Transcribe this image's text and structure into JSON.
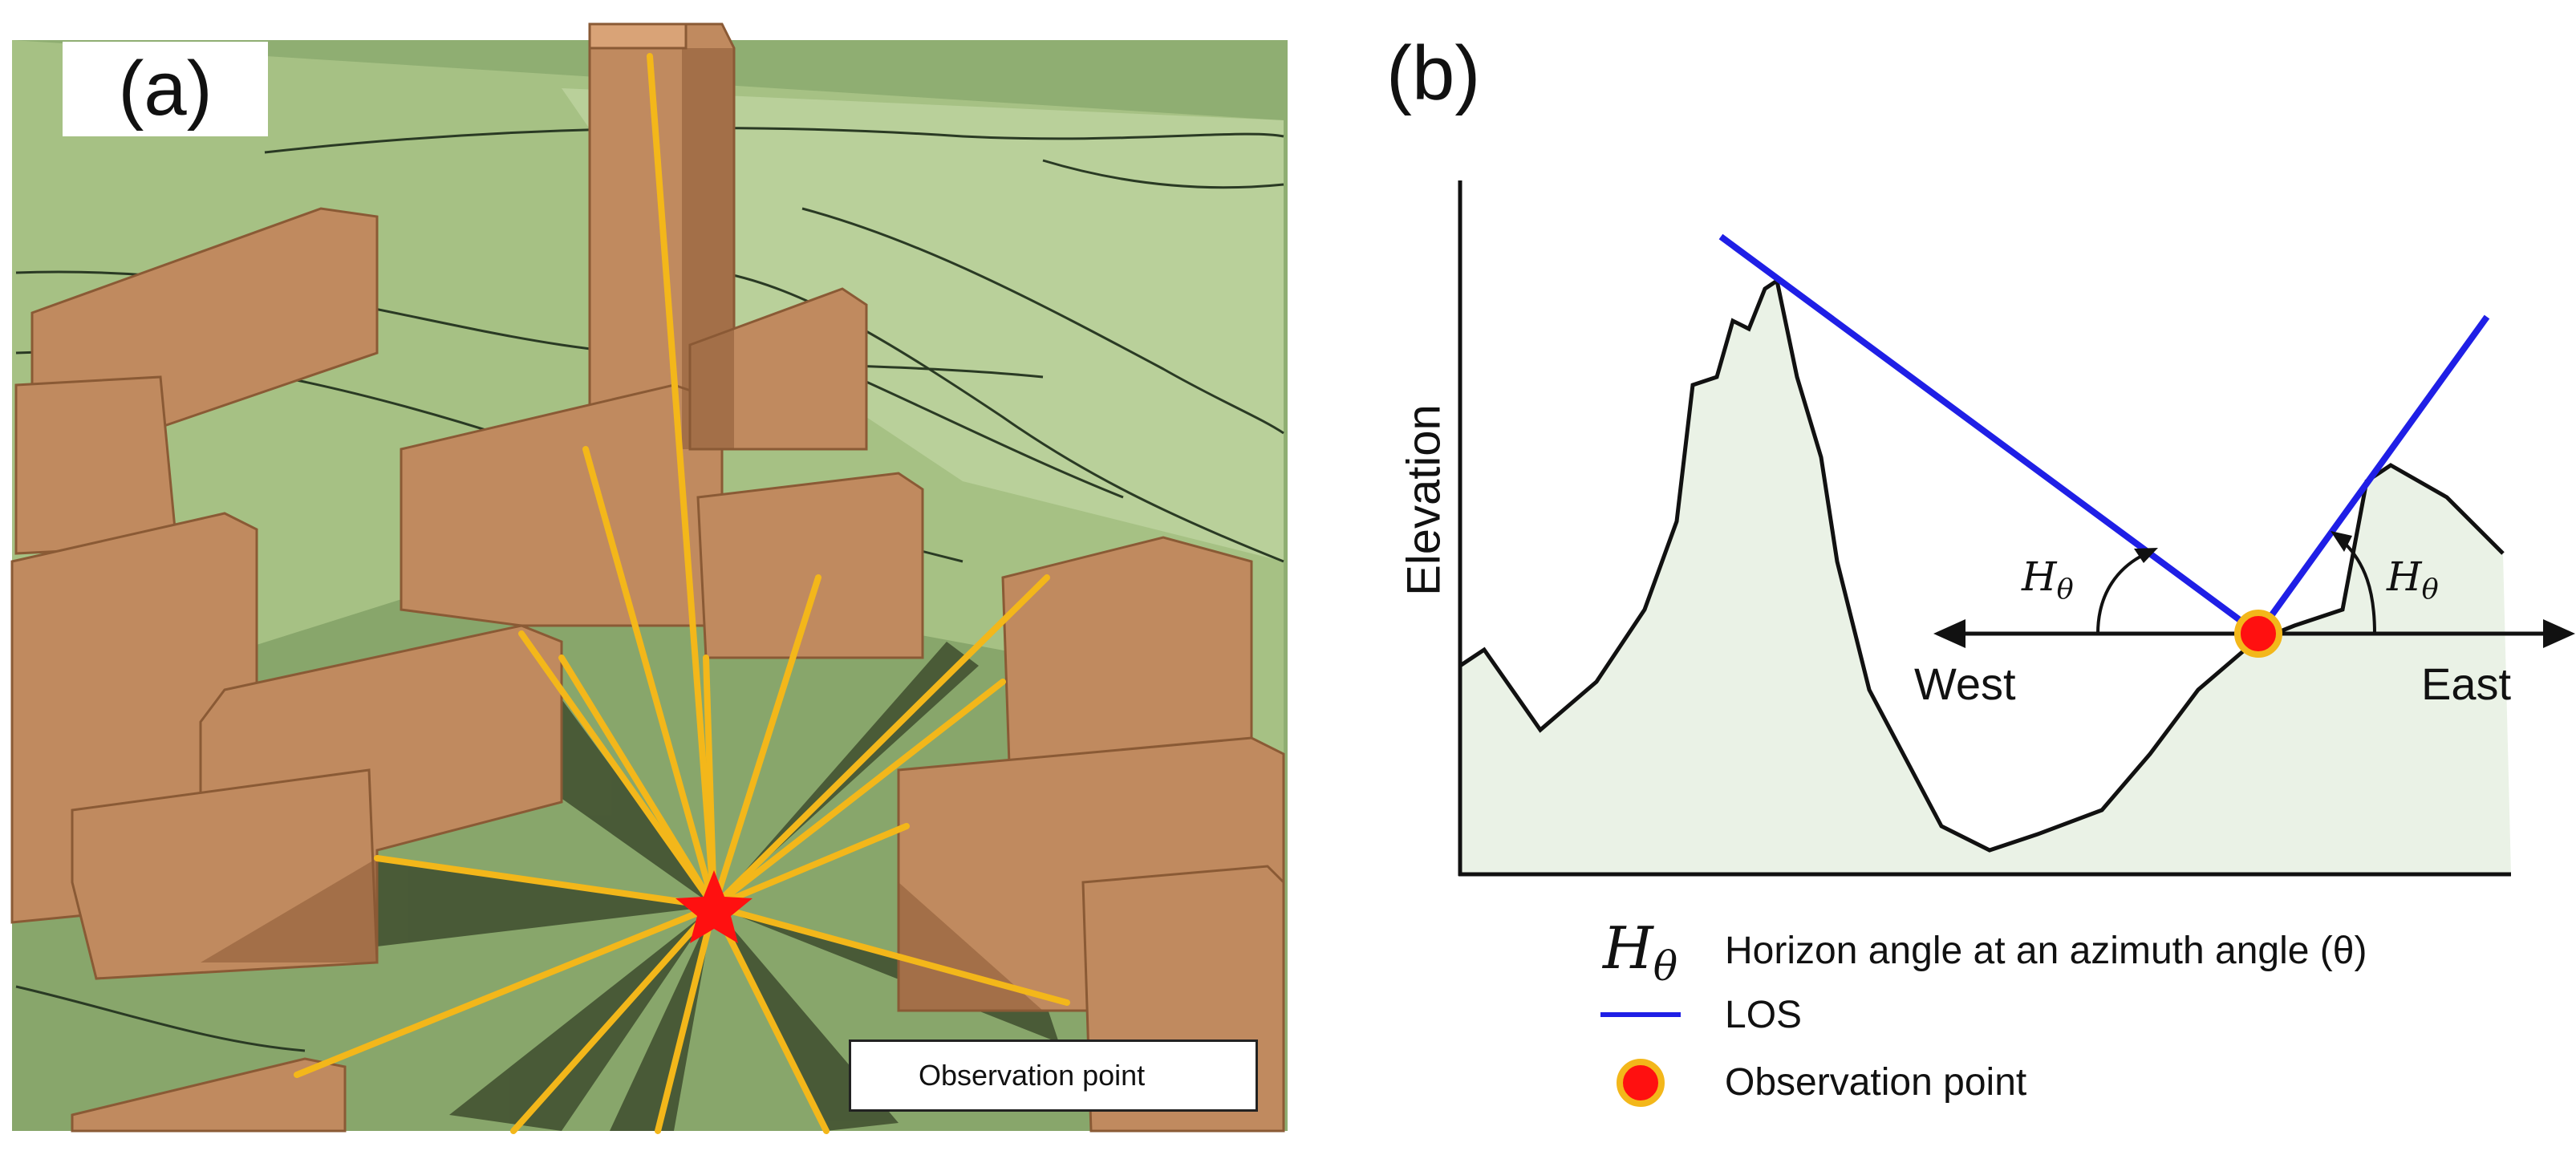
{
  "panel_a": {
    "label": "(a)",
    "legend_text": "Observation point"
  },
  "panel_b": {
    "label": "(b)",
    "axis_ylabel": "Elevation",
    "west_label": "West",
    "east_label": "East",
    "angle_symbol": "H",
    "angle_subscript": "θ",
    "legend": {
      "horizon_desc": "Horizon angle at an azimuth angle (θ)",
      "los_desc": "LOS",
      "obs_desc": "Observation point"
    }
  },
  "colors": {
    "los": "#1f1fe6",
    "ray": "#f3b71a",
    "building": "#c08a5f",
    "terrain": "#9fba80",
    "obs_fill": "#ff1010",
    "obs_ring": "#f3b71a",
    "profile_fill": "#eaf2e6"
  }
}
